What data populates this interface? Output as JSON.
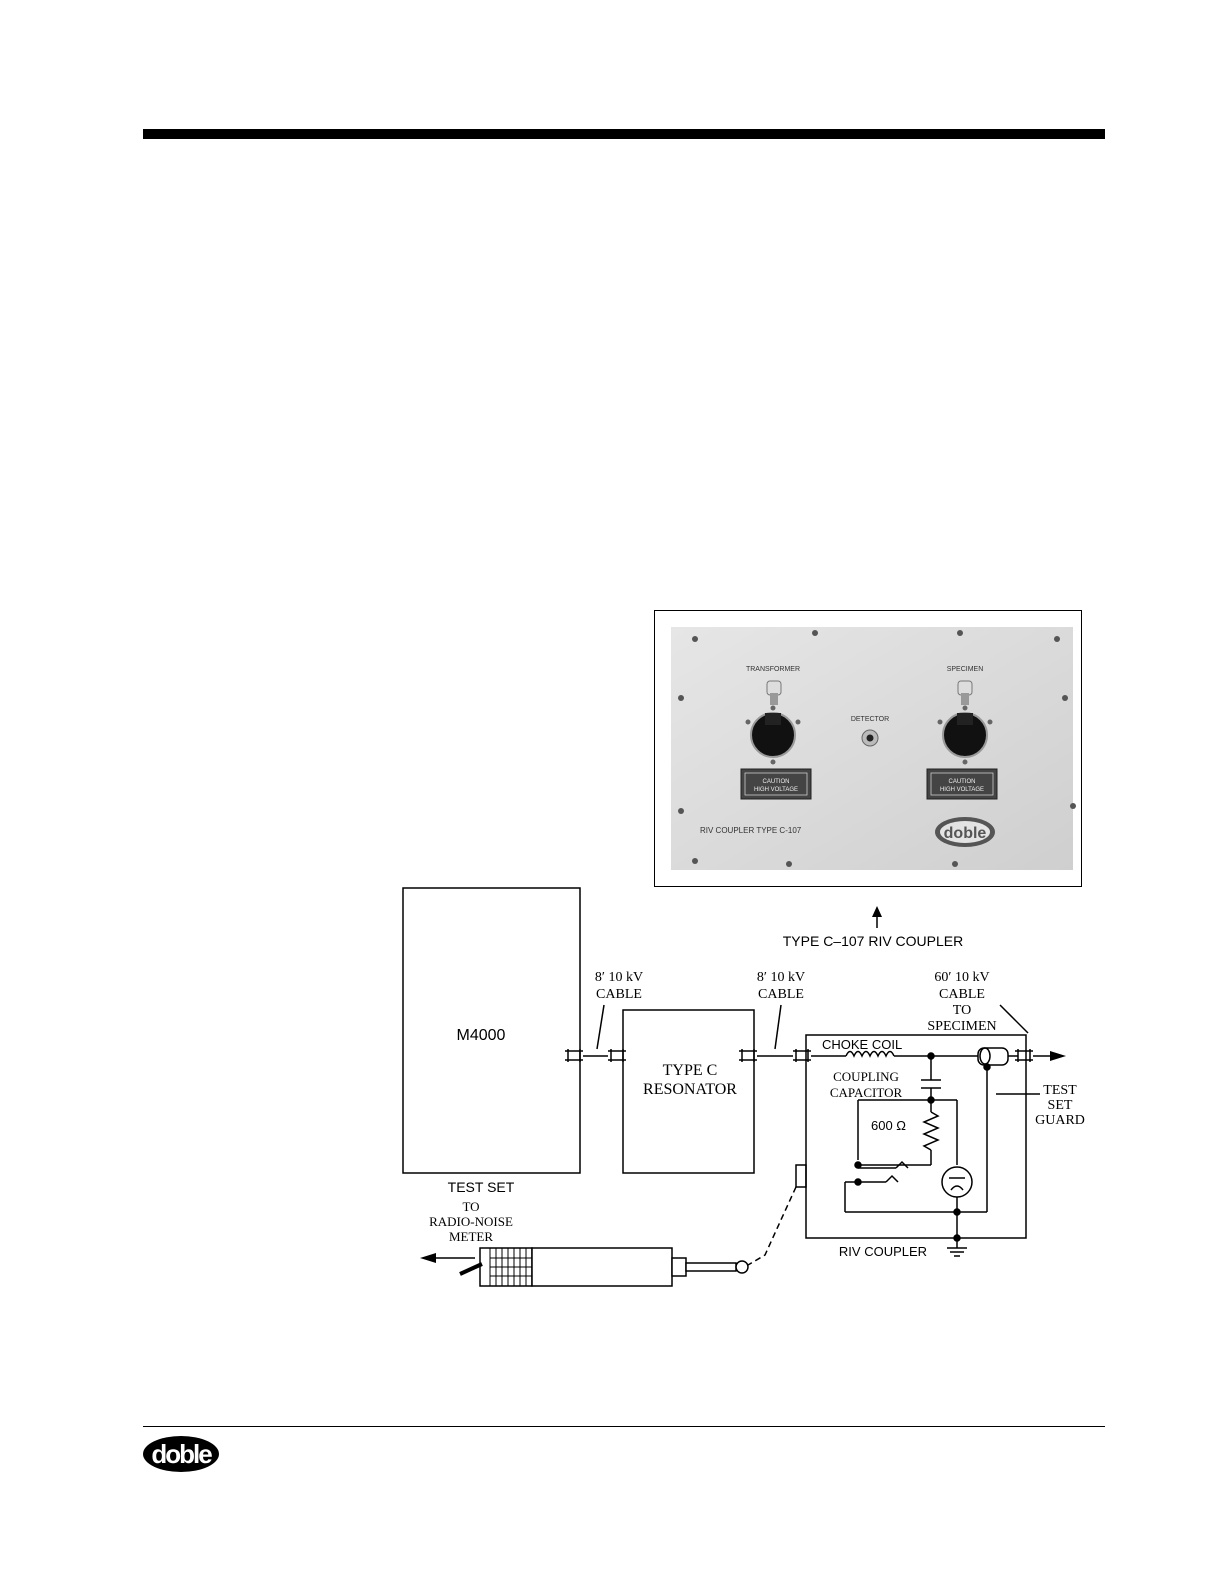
{
  "photo": {
    "caption": "TYPE C–107 RIV COUPLER",
    "panel_transformer": "TRANSFORMER",
    "panel_specimen": "SPECIMEN",
    "panel_detector": "DETECTOR",
    "caution_line1": "CAUTION",
    "caution_line2": "HIGH VOLTAGE",
    "panel_model": "RIV COUPLER  TYPE C-107",
    "panel_logo": "doble"
  },
  "diagram": {
    "m4000_label": "M4000",
    "test_set_label": "TEST SET",
    "cable1_line1": "8′ 10 kV",
    "cable1_line2": "CABLE",
    "resonator_line1": "TYPE C",
    "resonator_line2": "RESONATOR",
    "cable2_line1": "8′ 10 kV",
    "cable2_line2": "CABLE",
    "cable3_line1": "60′ 10 kV",
    "cable3_line2": "CABLE",
    "cable3_line3": "TO",
    "cable3_line4": "SPECIMEN",
    "choke_coil": "CHOKE COIL",
    "coupling_line1": "COUPLING",
    "coupling_line2": "CAPACITOR",
    "resistor": "600 Ω",
    "guard_line1": "TEST",
    "guard_line2": "SET",
    "guard_line3": "GUARD",
    "riv_coupler": "RIV COUPLER",
    "meter_line1": "TO",
    "meter_line2": "RADIO-NOISE",
    "meter_line3": "METER"
  },
  "footer": {
    "logo": "doble"
  }
}
